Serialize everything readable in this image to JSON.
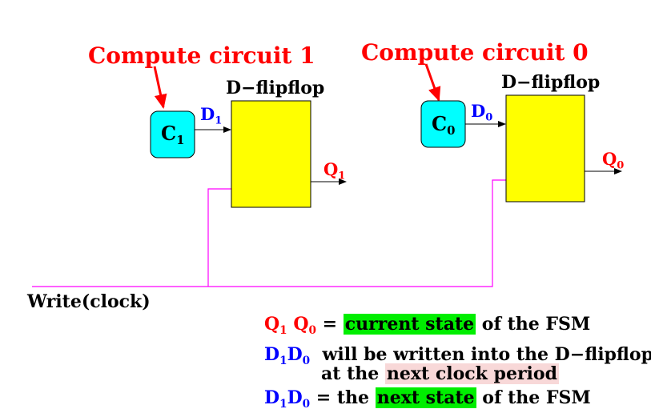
{
  "labels": {
    "compute1": "Compute circuit 1",
    "compute0": "Compute circuit 0",
    "flipflop1": "D−flipflop",
    "flipflop0": "D−flipflop",
    "c1_main": "C",
    "c1_sub": "1",
    "c0_main": "C",
    "c0_sub": "0",
    "d1_main": "D",
    "d1_sub": "1",
    "d0_main": "D",
    "d0_sub": "0",
    "q1_main": "Q",
    "q1_sub": "1",
    "q0_main": "Q",
    "q0_sub": "0",
    "clock": "Write(clock)"
  },
  "notes": {
    "line1": {
      "q1": "Q",
      "q1_sub": "1",
      "q0": "Q",
      "q0_sub": "0",
      "eq": "=",
      "highlight": "current state",
      "rest": "of the FSM"
    },
    "line2": {
      "d1": "D",
      "d1_sub": "1",
      "d0": "D",
      "d0_sub": "0",
      "rest": "will be written into the D−flipflop"
    },
    "line3": {
      "prefix": "at the",
      "highlight": "next clock period"
    },
    "line4": {
      "d1": "D",
      "d1_sub": "1",
      "d0": "D",
      "d0_sub": "0",
      "eq": "= the",
      "highlight": "next state",
      "rest": "of the FSM"
    }
  },
  "colors": {
    "compute_box": "#00ffff",
    "flipflop_box": "#ffff00",
    "clock_wire": "#ff00ff",
    "title_red": "#ff0000",
    "signal_blue": "#0000ff",
    "highlight_green": "#00ee00",
    "highlight_pink": "#f8d8d8"
  }
}
